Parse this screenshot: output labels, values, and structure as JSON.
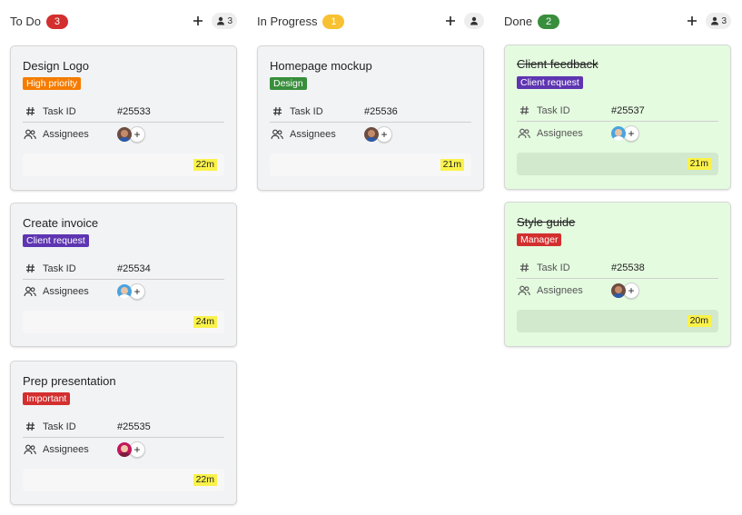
{
  "colors": {
    "card_bg_default": "#f2f3f5",
    "card_bg_done": "#e4fbe0",
    "footer_bg_default": "#f7f7f8",
    "footer_bg_done": "#d2e9cd",
    "time_badge_bg": "#faf24a",
    "badge_red": "#d32f2f",
    "badge_yellow": "#f7c132",
    "badge_green": "#388e3c"
  },
  "columns": [
    {
      "title": "To Do",
      "count": "3",
      "count_color": "#d32f2f",
      "count_text_color": "#ffffff",
      "members": "3",
      "cards": [
        {
          "title": "Design Logo",
          "tag": "High priority",
          "tag_color": "#f57c00",
          "id_label": "Task ID",
          "id": "#25533",
          "assignees_label": "Assignees",
          "time": "22m",
          "done": false
        },
        {
          "title": "Create invoice",
          "tag": "Client request",
          "tag_color": "#5e35b1",
          "id_label": "Task ID",
          "id": "#25534",
          "assignees_label": "Assignees",
          "time": "24m",
          "done": false
        },
        {
          "title": "Prep presentation",
          "tag": "Important",
          "tag_color": "#d32f2f",
          "id_label": "Task ID",
          "id": "#25535",
          "assignees_label": "Assignees",
          "time": "22m",
          "done": false
        }
      ]
    },
    {
      "title": "In Progress",
      "count": "1",
      "count_color": "#f7c132",
      "count_text_color": "#ffffff",
      "members": "",
      "cards": [
        {
          "title": "Homepage mockup",
          "tag": "Design",
          "tag_color": "#388e3c",
          "id_label": "Task ID",
          "id": "#25536",
          "assignees_label": "Assignees",
          "time": "21m",
          "done": false
        }
      ]
    },
    {
      "title": "Done",
      "count": "2",
      "count_color": "#388e3c",
      "count_text_color": "#ffffff",
      "members": "3",
      "cards": [
        {
          "title": "Client feedback",
          "tag": "Client request",
          "tag_color": "#5e35b1",
          "id_label": "Task ID",
          "id": "#25537",
          "assignees_label": "Assignees",
          "time": "21m",
          "done": true
        },
        {
          "title": "Style guide",
          "tag": "Manager",
          "tag_color": "#d32f2f",
          "id_label": "Task ID",
          "id": "#25538",
          "assignees_label": "Assignees",
          "time": "20m",
          "done": true
        }
      ]
    }
  ]
}
